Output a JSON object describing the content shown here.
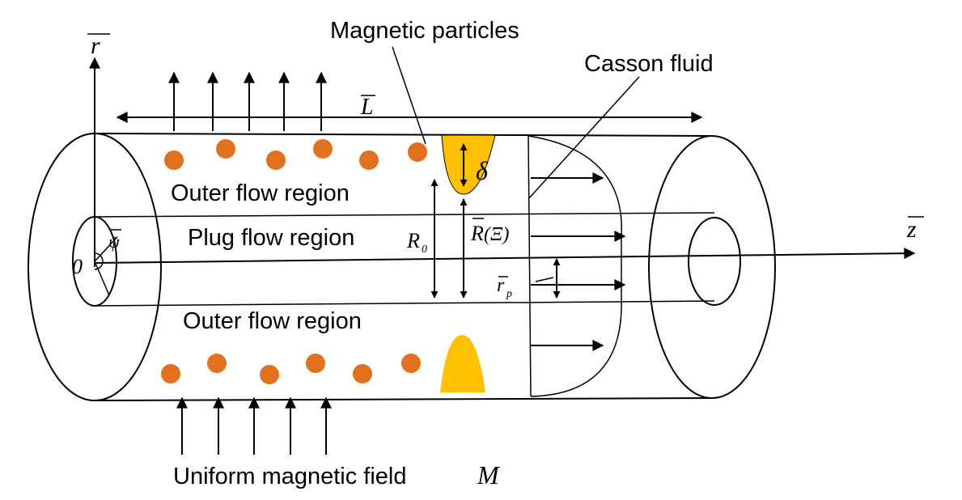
{
  "labels": {
    "magnetic_particles": "Magnetic particles",
    "casson_fluid": "Casson fluid",
    "outer_flow_top": "Outer flow region",
    "plug_flow": "Plug flow region",
    "outer_flow_bottom": "Outer flow region",
    "uniform_field": "Uniform magnetic field"
  },
  "symbols": {
    "r": "r",
    "z": "z",
    "L": "L",
    "delta": "δ",
    "R0": "R",
    "R0_sub": "0",
    "R_bar": "R",
    "R_arg": "(Ξ)",
    "rp": "r",
    "rp_sub": "p",
    "psi": "ψ",
    "origin": "0",
    "M": "M"
  },
  "colors": {
    "particle": "#E2711D",
    "stenosis": "#FFC000",
    "stroke": "#000000"
  }
}
